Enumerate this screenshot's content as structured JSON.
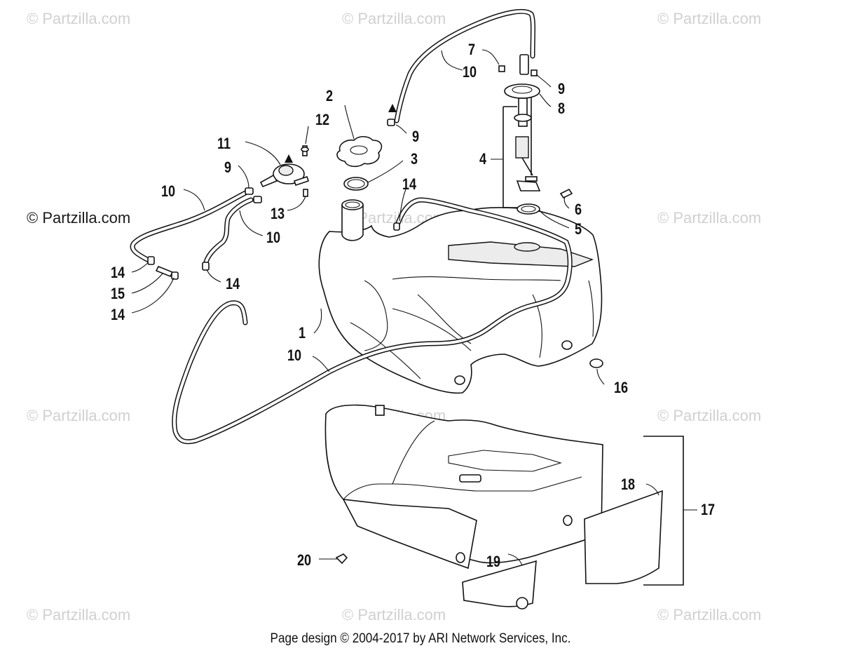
{
  "watermarks": {
    "faint": "© Partzilla.com",
    "main": "© Partzilla.com"
  },
  "callouts": [
    "1",
    "2",
    "3",
    "4",
    "5",
    "6",
    "7",
    "8",
    "9",
    "9",
    "9",
    "10",
    "10",
    "10",
    "10",
    "11",
    "12",
    "13",
    "14",
    "14",
    "14",
    "14",
    "15",
    "16",
    "17",
    "18",
    "19",
    "20"
  ],
  "footer": "Page design © 2004-2017 by ARI Network Services, Inc."
}
